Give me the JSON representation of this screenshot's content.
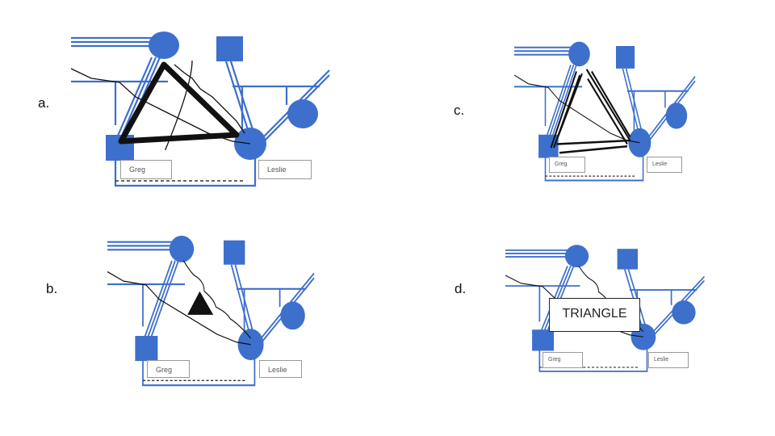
{
  "panels": [
    {
      "id": "a",
      "label": "a.",
      "names": {
        "left": "Greg",
        "right": "Leslie"
      },
      "overlay": "thick-triangle"
    },
    {
      "id": "b",
      "label": "b.",
      "names": {
        "left": "Greg",
        "right": "Leslie"
      },
      "overlay": "small-filled-triangle"
    },
    {
      "id": "c",
      "label": "c.",
      "names": {
        "left": "Greg",
        "right": "Leslie"
      },
      "overlay": "multi-stroke-triangle"
    },
    {
      "id": "d",
      "label": "d.",
      "names": {
        "left": "Greg",
        "right": "Leslie"
      },
      "overlay": "text-box",
      "overlay_text": "TRIANGLE"
    }
  ],
  "colors": {
    "genogram": "#3D6FCC",
    "ink": "#111111"
  }
}
